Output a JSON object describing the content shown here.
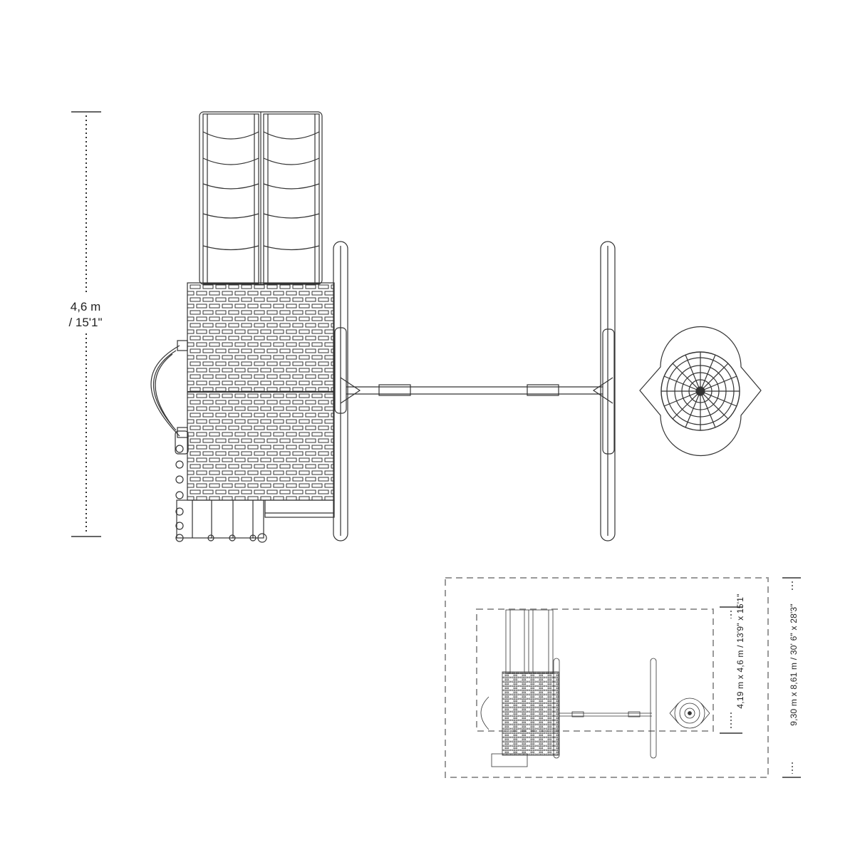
{
  "dimensions": {
    "height_metric": "4,6 m",
    "height_imperial": "/ 15'1\"",
    "inner_footprint": "4,19 m x 4,6 m  / 13'9\" x 15'1\"",
    "outer_clearance": "9,30 m x 8,61 m  / 30' 6\" x 28'3\""
  },
  "colors": {
    "line": "#333333",
    "dashed": "#9a9a9a",
    "background": "#ffffff"
  }
}
